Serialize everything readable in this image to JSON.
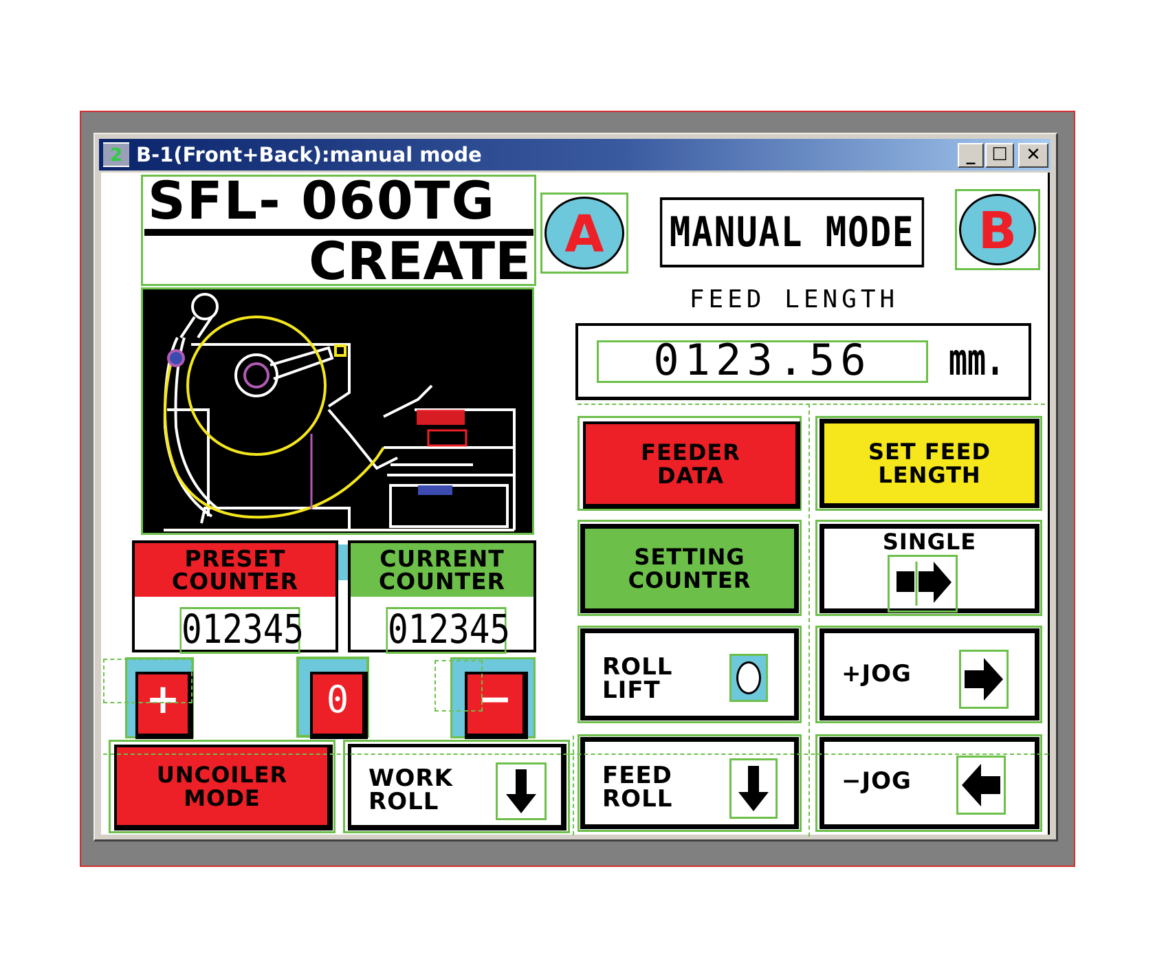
{
  "window": {
    "title": "B-1(Front+Back):manual mode",
    "app_icon": "gp-pro-icon",
    "controls": {
      "minimize": "_",
      "maximize": "☐",
      "close": "✕"
    }
  },
  "header": {
    "model": "SFL- 060TG",
    "brand": "CREATE",
    "mode_title": "MANUAL MODE",
    "button_a": "A",
    "button_b": "B"
  },
  "feed": {
    "label": "FEED LENGTH",
    "value": "0123.56",
    "unit": "mm."
  },
  "counters": {
    "preset": {
      "label_line1": "PRESET",
      "label_line2": "COUNTER",
      "value": "012345",
      "color": "#ee2027"
    },
    "current": {
      "label_line1": "CURRENT",
      "label_line2": "COUNTER",
      "value": "012345",
      "color": "#6cc04a"
    }
  },
  "counter_controls": {
    "plus": "+",
    "zero": "0",
    "minus": "−"
  },
  "buttons": {
    "feeder_data": {
      "line1": "FEEDER",
      "line2": "DATA",
      "color": "#ee2027"
    },
    "set_feed_length": {
      "line1": "SET FEED",
      "line2": "LENGTH",
      "color": "#f5e71c"
    },
    "setting_counter": {
      "line1": "SETTING",
      "line2": "COUNTER",
      "color": "#6cc04a"
    },
    "single": {
      "label": "SINGLE",
      "icon": "step-forward-icon"
    },
    "roll_lift": {
      "line1": "ROLL",
      "line2": "LIFT",
      "icon": "circle-indicator-icon"
    },
    "plus_jog": {
      "label": "+JOG",
      "icon": "arrow-right-icon"
    },
    "feed_roll": {
      "line1": "FEED",
      "line2": "ROLL",
      "icon": "arrow-down-icon"
    },
    "minus_jog": {
      "label": "−JOG",
      "icon": "arrow-left-icon"
    },
    "uncoiler_mode": {
      "line1": "UNCOILER",
      "line2": "MODE",
      "color": "#ee2027"
    },
    "work_roll": {
      "line1": "WORK",
      "line2": "ROLL",
      "icon": "arrow-down-icon"
    }
  },
  "colors": {
    "accent_red": "#ee2027",
    "accent_green": "#6cc04a",
    "accent_yellow": "#f5e71c",
    "accent_cyan": "#6ec8dc",
    "titlebar_start": "#0a246a",
    "titlebar_end": "#a6caf0"
  }
}
